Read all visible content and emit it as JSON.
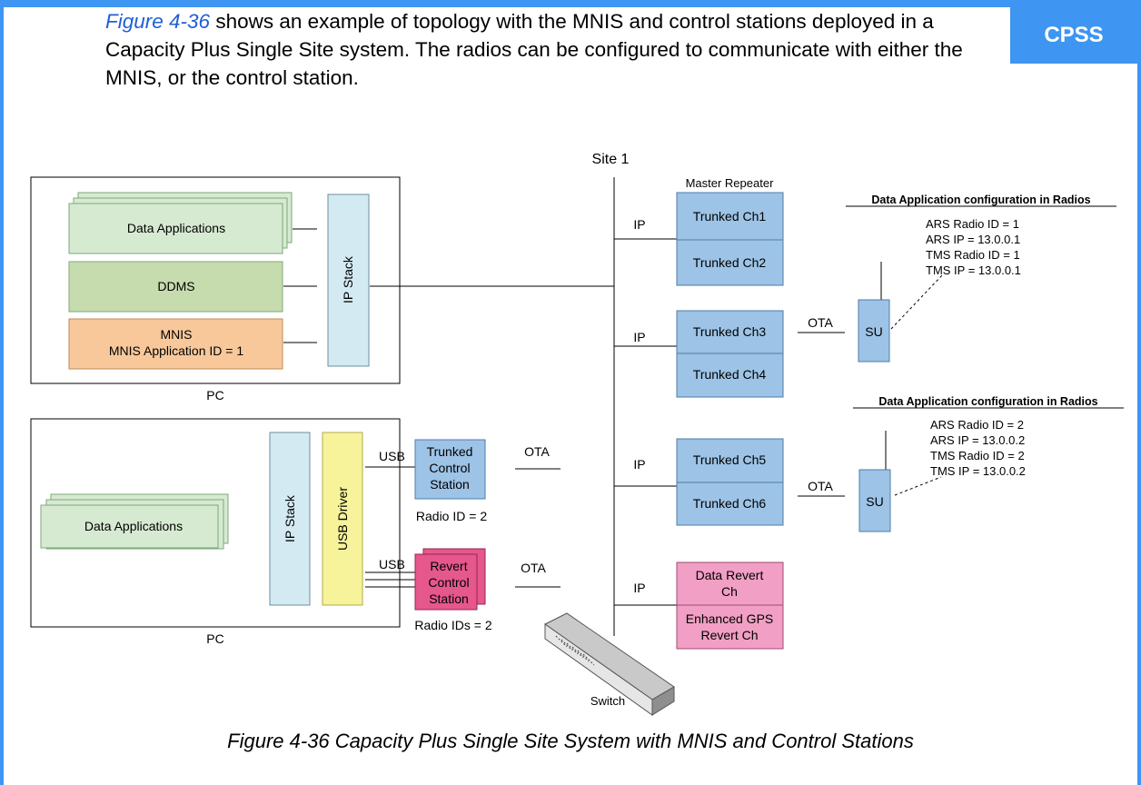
{
  "badge": "CPSS",
  "intro": {
    "figure_ref": "Figure 4-36",
    "text": " shows an example of topology with the MNIS and control stations deployed in a Capacity Plus Single Site system. The radios can be configured to communicate with either the MNIS, or the control station."
  },
  "diagram": {
    "site_label": "Site 1",
    "master_repeater_label": "Master Repeater",
    "switch_label": "Switch",
    "pc1": {
      "label": "PC",
      "data_apps": "Data Applications",
      "ddms": "DDMS",
      "mnis_line1": "MNIS",
      "mnis_line2": "MNIS Application ID = 1",
      "ip_stack": "IP Stack"
    },
    "pc2": {
      "label": "PC",
      "data_apps": "Data Applications",
      "ip_stack": "IP Stack",
      "usb_driver": "USB Driver"
    },
    "trunked_cs": {
      "lines": [
        "Trunked",
        "Control",
        "Station"
      ],
      "radio_id": "Radio ID = 2"
    },
    "revert_cs": {
      "lines": [
        "Revert",
        "Control",
        "Station"
      ],
      "radio_id": "Radio IDs = 2"
    },
    "usb_label": "USB",
    "ota_label": "OTA",
    "ip_label": "IP",
    "su_label": "SU",
    "channels": [
      "Trunked Ch1",
      "Trunked Ch2",
      "Trunked Ch3",
      "Trunked Ch4",
      "Trunked Ch5",
      "Trunked Ch6"
    ],
    "data_revert": [
      "Data Revert",
      "Ch"
    ],
    "gps_revert": [
      "Enhanced GPS",
      "Revert Ch"
    ],
    "config1": {
      "title": "Data Application configuration in Radios",
      "lines": [
        "ARS Radio ID = 1",
        "ARS IP = 13.0.0.1",
        "TMS Radio ID = 1",
        "TMS IP = 13.0.0.1"
      ]
    },
    "config2": {
      "title": "Data Application configuration in Radios",
      "lines": [
        "ARS Radio ID = 2",
        "ARS IP = 13.0.0.2",
        "TMS Radio ID = 2",
        "TMS IP = 13.0.0.2"
      ]
    }
  },
  "caption": "Figure 4-36   Capacity Plus Single Site System with MNIS and Control Stations",
  "colors": {
    "frame": "#3e95f2",
    "app_green": "#d6ead1",
    "ddms_green": "#c6dcae",
    "mnis_orange": "#f8c89b",
    "ip_stack": "#d4eaf2",
    "usb_driver": "#f7f39a",
    "channel_blue": "#9dc3e6",
    "revert_pink": "#f19fc4",
    "revert_cs_pink": "#e6578c"
  }
}
